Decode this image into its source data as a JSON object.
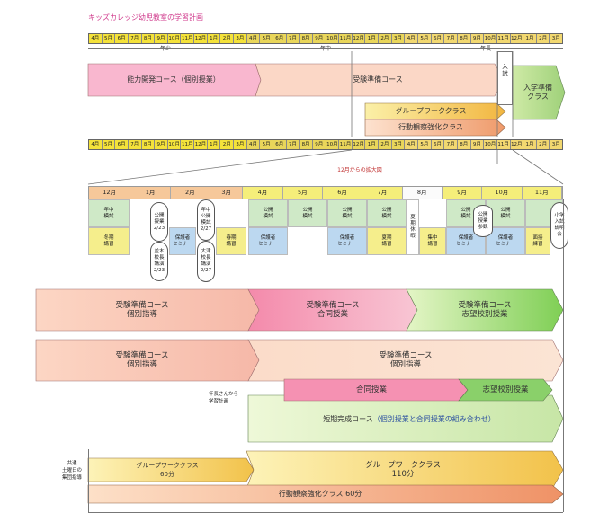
{
  "title": "キッズカレッジ幼児教室の学習計画",
  "months_top": [
    "4月",
    "5月",
    "6月",
    "7月",
    "8月",
    "9月",
    "10月",
    "11月",
    "12月",
    "1月",
    "2月",
    "3月",
    "4月",
    "5月",
    "6月",
    "7月",
    "8月",
    "9月",
    "10月",
    "11月",
    "12月",
    "1月",
    "2月",
    "3月",
    "4月",
    "5月",
    "6月",
    "7月",
    "8月",
    "9月",
    "10月",
    "11月",
    "12月",
    "1月",
    "2月",
    "3月"
  ],
  "ages": {
    "y1": "年少",
    "y2": "年中",
    "y3": "年長"
  },
  "top_arrows": {
    "noryoku": "能力開発コース（個別授業）",
    "juken": "受験準備コース",
    "nyushi": "入\n試",
    "nyugaku": "入学準備\nクラス",
    "group": "グループワーククラス",
    "kodo": "行動観察強化クラス"
  },
  "zoom_label": "12月からの拡大図",
  "zoom_months": [
    "12月",
    "1月",
    "2月",
    "3月",
    "4月",
    "5月",
    "6月",
    "7月",
    "8月",
    "9月",
    "10月",
    "11月"
  ],
  "events": {
    "nenchu_moshi": "年中\n模試",
    "koukai_moshi_4": "公開\n模試",
    "koukai_moshi_5": "公開\n模試",
    "koukai_moshi_6": "公開\n模試",
    "koukai_moshi_7": "公開\n模試",
    "koukai_moshi_9": "公開\n模試",
    "koukai_moshi_10": "公開\n模試",
    "kakuki_koshu": "冬期\n講習",
    "hogosha_2": "保護者\nセミナー",
    "shunki_koshu": "春期\n講習",
    "hogosha_4": "保護者\nセミナー",
    "hogosha_6": "保護者\nセミナー",
    "kaki_koshu": "夏期\n講習",
    "kaki_kyushu": "夏\n期\n休\n暇",
    "shuchu_koshu": "集中\n講習",
    "hogosha_9": "保護者\nセミナー",
    "hogosha_10": "保護者\nセミナー",
    "mensetsu": "面接\n練習",
    "oval_jan_a": "公開\n授業\n2/23",
    "oval_jan_b": "並木\n校長\n講演\n2/23",
    "oval_feb_a": "年中\n公開\n模試\n2/27",
    "oval_feb_b": "大津\n校長\n講演\n2/27",
    "oval_oct": "公開\n授業\n参観",
    "oval_nov": "小学\n入試\n説明\n会"
  },
  "rows": {
    "r1a": "受験準備コース\n個別指導",
    "r1b": "受験準備コース\n合同授業",
    "r1c": "受験準備コース\n志望校別授業",
    "r2a": "受験準備コース\n個別指導",
    "r2b": "受験準備コース\n個別指導",
    "r3_side": "年長さんから\n学習計画",
    "r3a": "合同授業",
    "r3b": "志望校別授業",
    "r3c_prefix": "短期完成コース",
    "r3c_paren": "（個別授業と合同授業の組み合わせ）",
    "common": "共通\n土曜日の\n集団指導",
    "gw_small": "グループワーククラス\n60分",
    "gw_big": "グループワーククラス\n110分",
    "kodo_row": "行動観察強化クラス 60分"
  }
}
